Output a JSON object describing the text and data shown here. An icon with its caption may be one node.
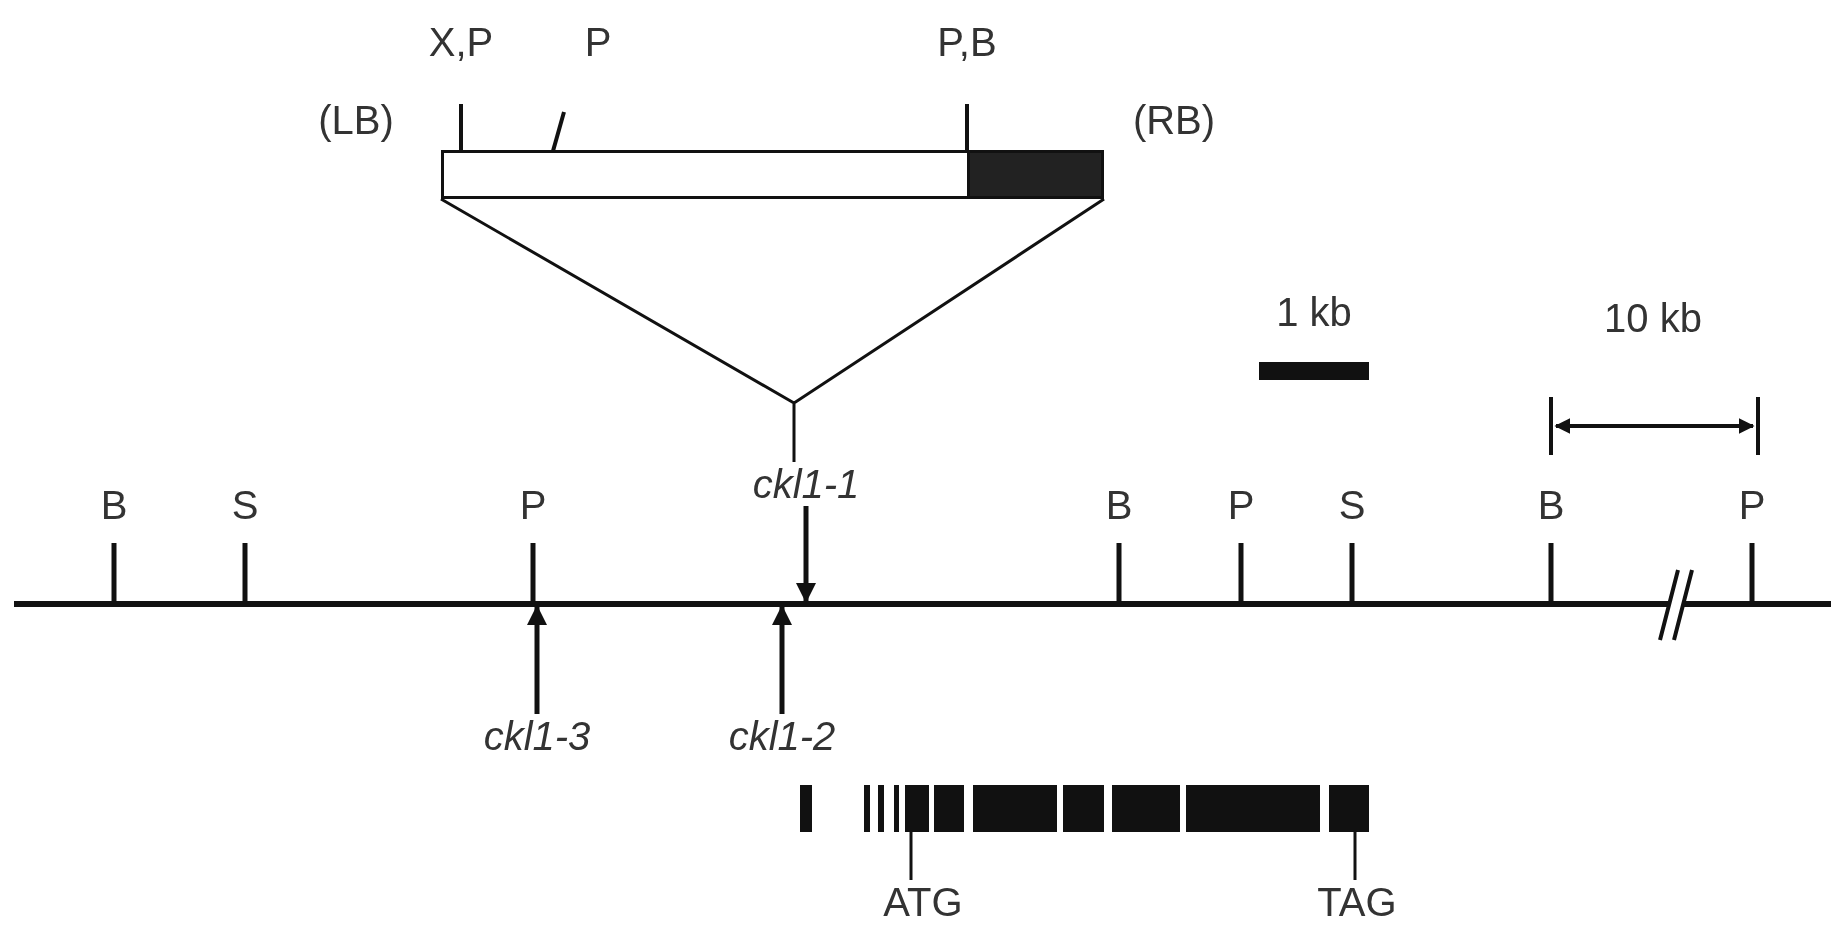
{
  "diagram": {
    "nodes": [
      {
        "text": [],
        "shape": "box"
      },
      {
        "text": [
          "ckl1-1"
        ]
      },
      {
        "text": [],
        "shape": "bar"
      },
      {
        "text": [
          "ckl1-3"
        ]
      },
      {
        "text": [
          "ckl1-2"
        ]
      },
      {
        "text": [],
        "shape": "bar"
      },
      {
        "text": [
          "ATG"
        ]
      },
      {
        "text": [
          "TAG"
        ]
      },
      {
        "text": [],
        "shape": "bar",
        "beside": [
          "1 kb"
        ]
      }
    ],
    "edges": [
      {
        "from": 0,
        "to": 1,
        "arrow": "none"
      },
      {
        "from": 1,
        "to": 2,
        "arrow": "to"
      },
      {
        "from": 3,
        "to": 2,
        "arrow": "to"
      },
      {
        "from": 4,
        "to": 2,
        "arrow": "to"
      },
      {
        "from": 6,
        "to": 5,
        "arrow": "none"
      },
      {
        "from": 7,
        "to": 5,
        "arrow": "none"
      }
    ],
    "labels": [
      "X,P",
      "P",
      "P,B",
      "(LB)",
      "(RB)",
      "10 kb",
      "B",
      "S",
      "P",
      "B",
      "P",
      "S",
      "B",
      "P"
    ]
  }
}
